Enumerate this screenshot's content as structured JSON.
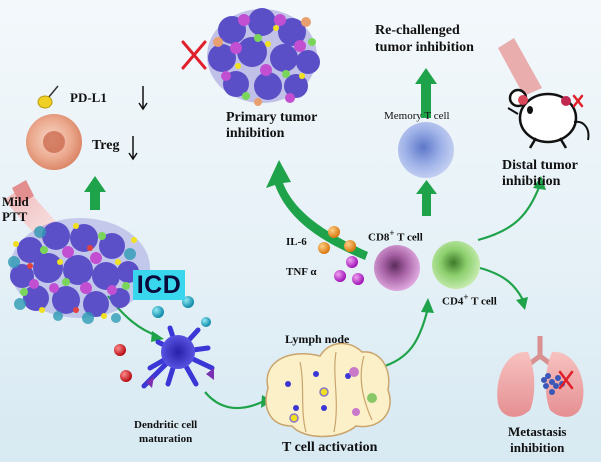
{
  "labels": {
    "pd_l1": "PD-L1",
    "treg": "Treg",
    "mild_ptt": "Mild\nPTT",
    "icd": "ICD",
    "primary_tumor": "Primary tumor\ninhibition",
    "rechallenged": "Re-challenged\ntumor inhibition",
    "memory_t": "Memory T cell",
    "distal_tumor": "Distal tumor\ninhibition",
    "il6": "IL-6",
    "tnf": "TNF α",
    "cd8_base": "CD8",
    "cd8_sup": "+",
    "cd8_rest": " T cell",
    "cd4_base": "CD4",
    "cd4_sup": "+",
    "cd4_rest": " T cell",
    "lymph_node": "Lymph node",
    "dc_maturation": "Dendritic cell\nmaturation",
    "t_activation": "T cell activation",
    "metastasis": "Metastasis\ninhibition"
  },
  "colors": {
    "arrow_green": "#1fa34a",
    "icd_box": "#39d7ee",
    "cross_red": "#e0202a",
    "dc_purple": "#3b36d6"
  },
  "icons": [
    "tumor-cluster",
    "dendritic-cell",
    "lymph-node",
    "t-cell",
    "mouse",
    "lungs",
    "laser"
  ]
}
